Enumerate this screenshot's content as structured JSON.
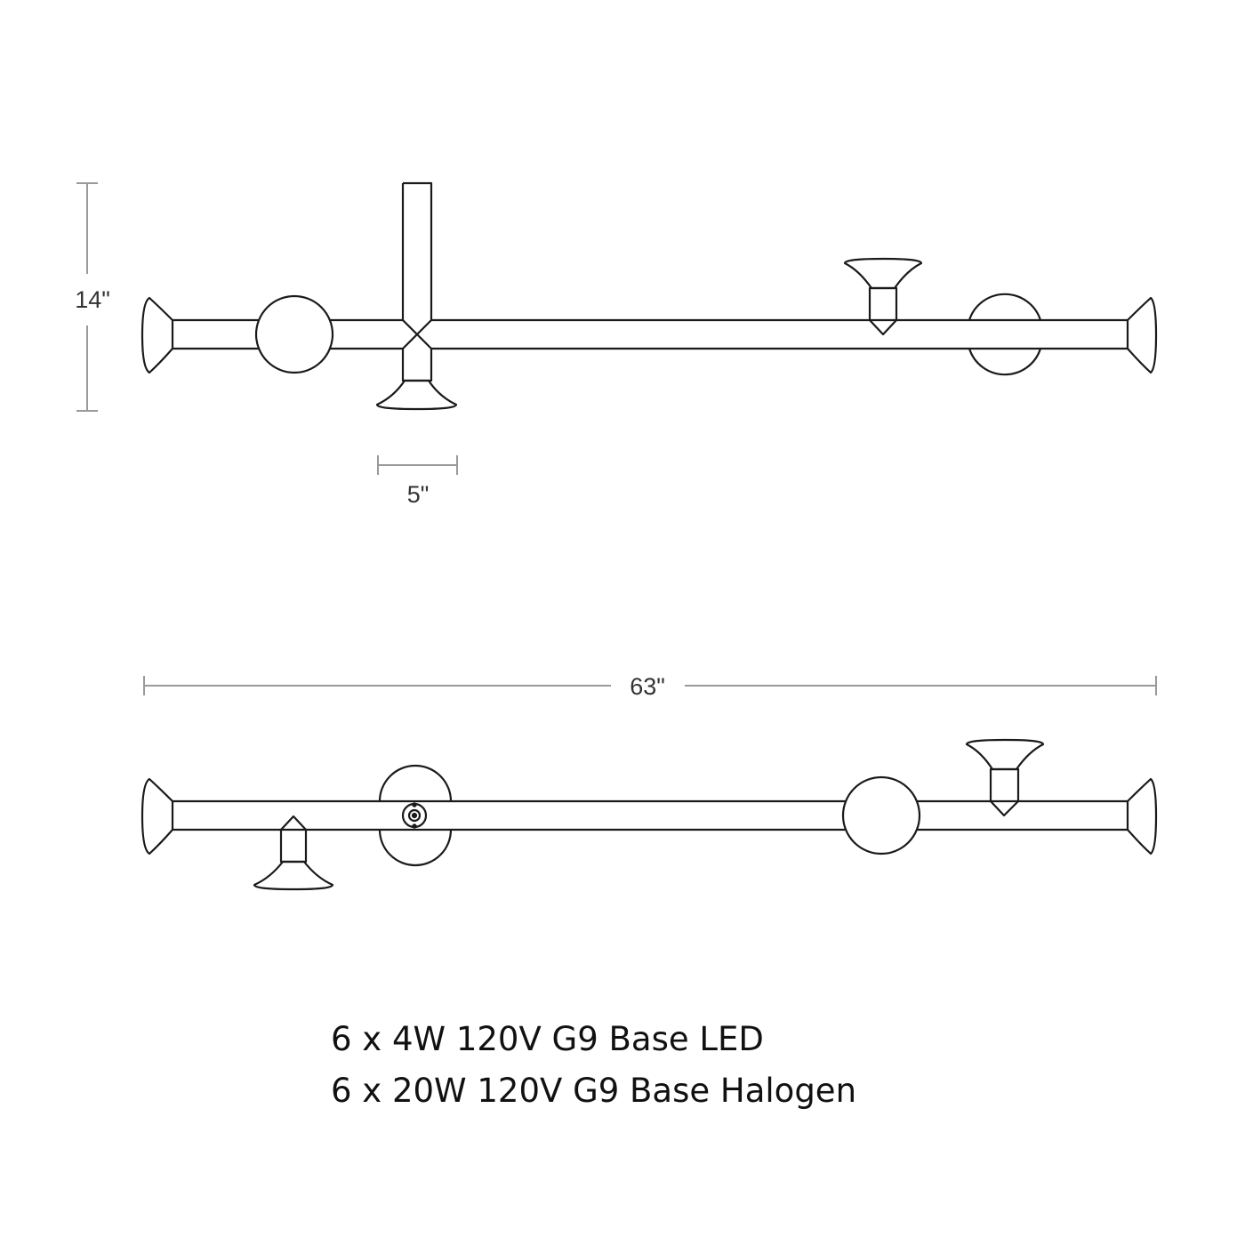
{
  "dimensions": {
    "height": "14\"",
    "spacing": "5\"",
    "width": "63\""
  },
  "specs": [
    "6 x 4W 120V G9 Base LED",
    "6 x 20W 120V G9 Base Halogen"
  ],
  "colors": {
    "line": "#1a1a1a",
    "dimension": "#9a9a9a",
    "background": "#ffffff"
  }
}
